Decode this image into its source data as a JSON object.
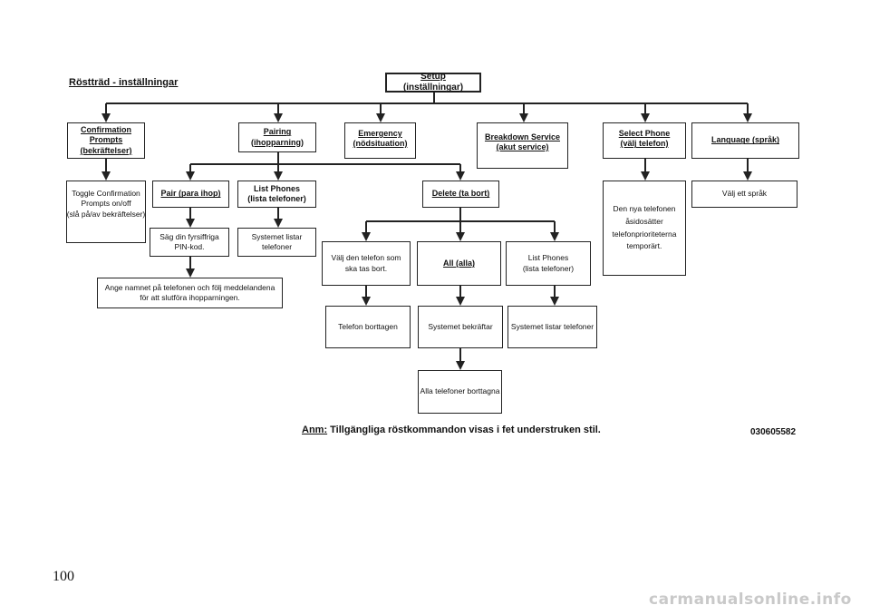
{
  "heading": "Röstträd - inställningar",
  "root": {
    "label": "Setup (inställningar)"
  },
  "level1": {
    "confirmation": [
      "Confirmation",
      "Prompts",
      "(bekräftelser)"
    ],
    "pairing": [
      "Pairing",
      "(ihopparning)"
    ],
    "emergency": [
      "Emergency",
      "(nödsituation)"
    ],
    "breakdown": [
      "Breakdown Service",
      "(akut service)"
    ],
    "select_phone": [
      "Select Phone",
      "(välj telefon)"
    ],
    "language": "Language (språk)"
  },
  "confirmation_detail": [
    "Toggle Confirmation",
    "Prompts on/off",
    "(slå på/av bekräftelser)"
  ],
  "pairing_children": {
    "pair": "Pair (para ihop)",
    "pair_step1": [
      "Säg din fyrsiffriga",
      "PIN-kod."
    ],
    "pair_step2": [
      "Ange namnet på telefonen och följ meddelandena",
      "för att slutföra ihopparningen."
    ],
    "list_phones": [
      "List Phones",
      "(lista telefoner)"
    ],
    "list_result": [
      "Systemet listar",
      "telefoner"
    ],
    "delete": "Delete (ta bort)"
  },
  "delete_children": {
    "choose": [
      "Välj den telefon som",
      "ska tas bort."
    ],
    "choose_result": "Telefon borttagen",
    "all": "All (alla)",
    "all_result": "Systemet bekräftar",
    "all_final": "Alla telefoner borttagna",
    "list": [
      "List Phones",
      "(lista telefoner)"
    ],
    "list_result": "Systemet listar telefoner"
  },
  "select_phone_detail": [
    "Den nya telefonen",
    "åsidosätter",
    "telefonprioriteterna",
    "temporärt."
  ],
  "language_detail": "Välj ett språk",
  "note": {
    "prefix": "Anm:",
    "text": " Tillgängliga röstkommandon visas i fet understruken stil."
  },
  "code": "030605582",
  "page_number": "100",
  "watermark": "carmanualsonline.info"
}
